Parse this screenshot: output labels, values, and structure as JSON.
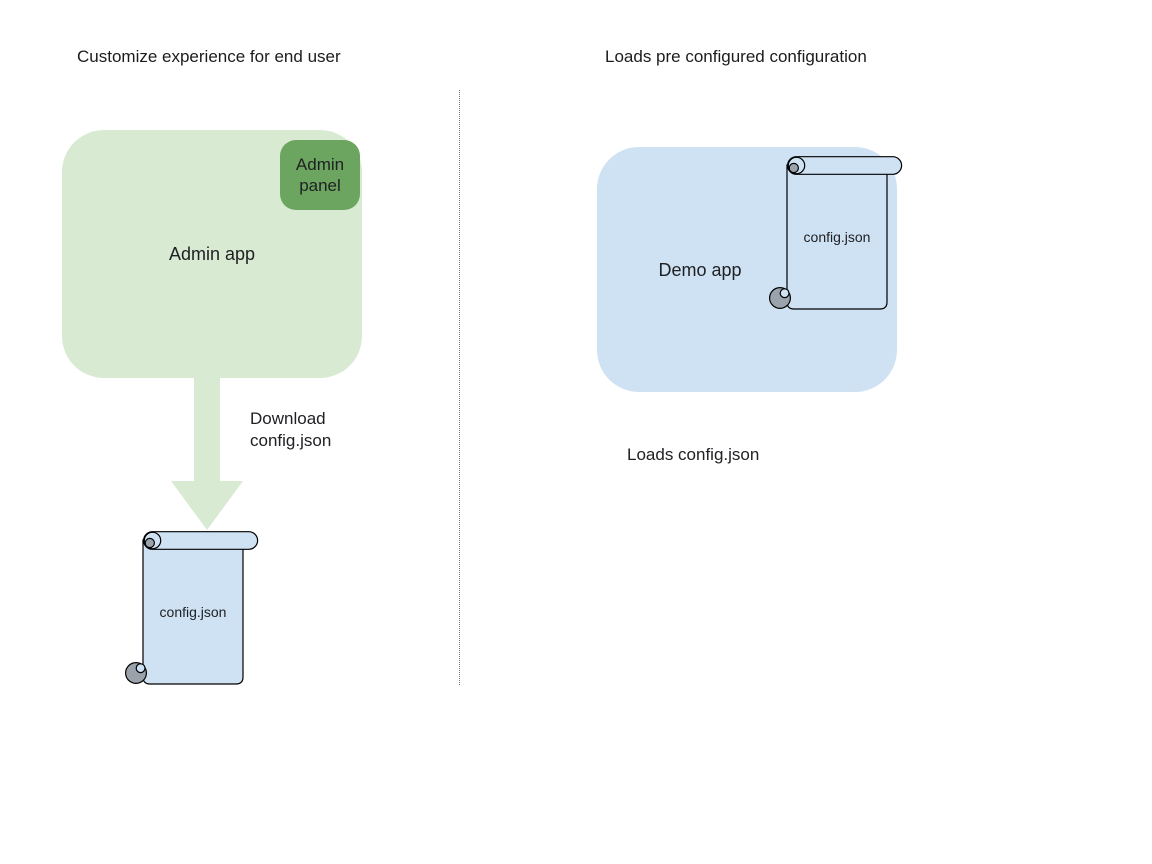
{
  "left": {
    "heading": "Customize experience for end user",
    "admin_app_label": "Admin app",
    "admin_panel_label": "Admin panel",
    "download_caption_line1": "Download",
    "download_caption_line2": "config.json",
    "config_file_label": "config.json"
  },
  "right": {
    "heading": "Loads pre configured configuration",
    "demo_app_label": "Demo app",
    "config_file_label": "config.json",
    "loads_caption": "Loads config.json"
  },
  "divider": {
    "style": "dotted",
    "color": "#777777"
  },
  "colors": {
    "admin_app_fill": "#d9ead3",
    "admin_panel_fill": "#6ba55f",
    "arrow_fill": "#d9ead3",
    "file_fill": "#cfe2f3",
    "demo_app_fill": "#cfe2f3",
    "curl_fill": "#9aa3ab",
    "outline": "#000000",
    "text_color": "#202124",
    "background": "#ffffff"
  }
}
